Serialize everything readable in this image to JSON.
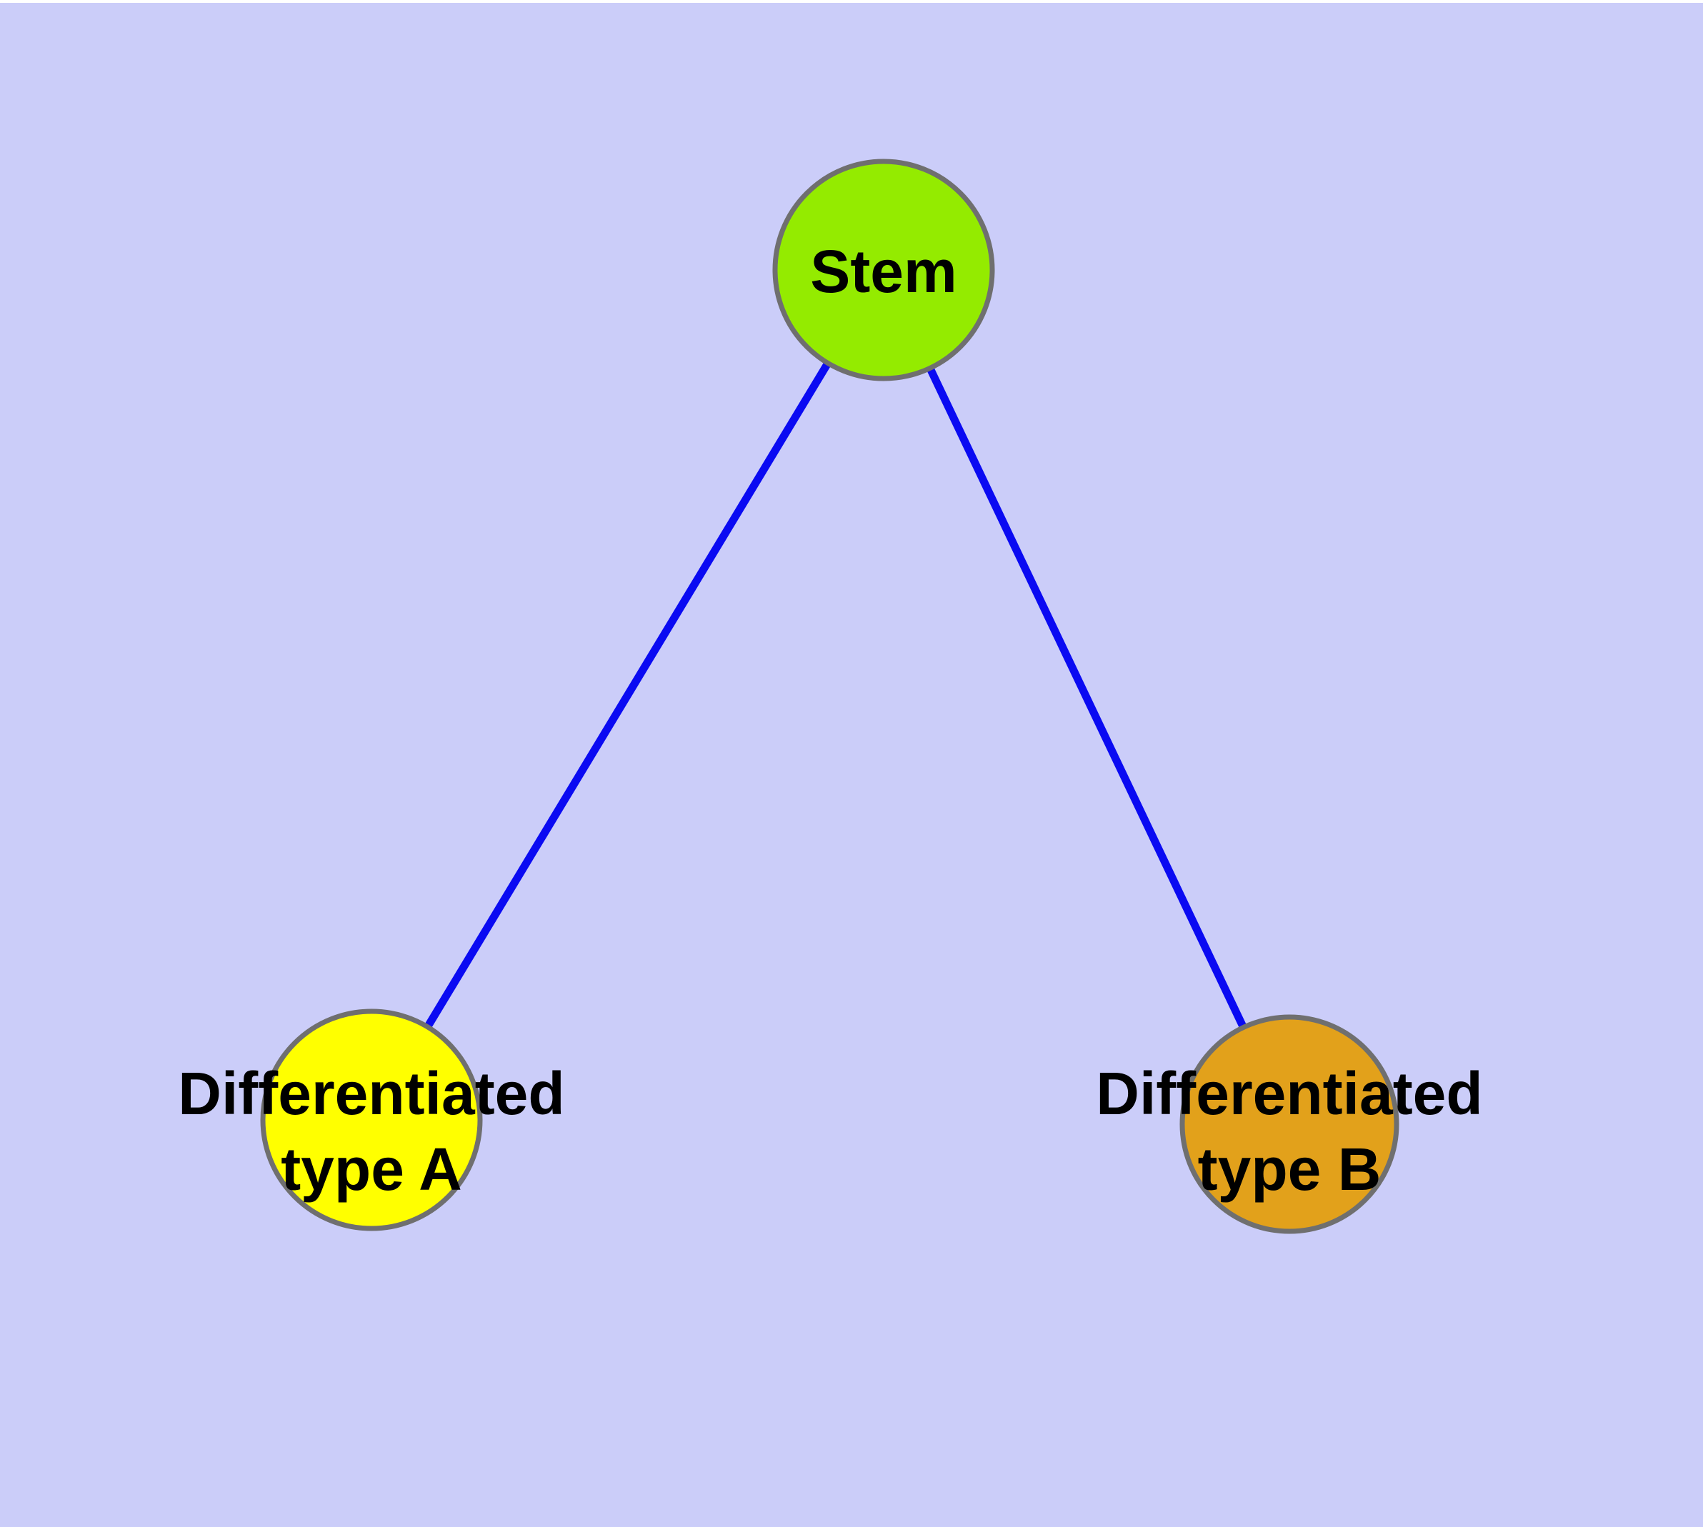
{
  "diagram": {
    "type": "graph",
    "description": "Cell differentiation hierarchy: a stem cell node with two differentiated daughter cell type nodes",
    "background_color": "#cbcdf9",
    "top_margin_color": "#ffffff",
    "edge_color": "#0a0af2",
    "node_border_color": "#6f6f6f",
    "text_color": "#000000",
    "nodes": {
      "stem": {
        "label": "Stem",
        "fill": "#94eb00",
        "shape": "circle"
      },
      "type_a": {
        "line1": "Differentiated",
        "line2": "type A",
        "fill": "#ffff00",
        "shape": "circle"
      },
      "type_b": {
        "line1": "Differentiated",
        "line2": "type B",
        "fill": "#e2a11b",
        "shape": "circle"
      }
    },
    "edges": [
      {
        "from": "Stem",
        "to": "Differentiated type A"
      },
      {
        "from": "Stem",
        "to": "Differentiated type B"
      }
    ]
  }
}
